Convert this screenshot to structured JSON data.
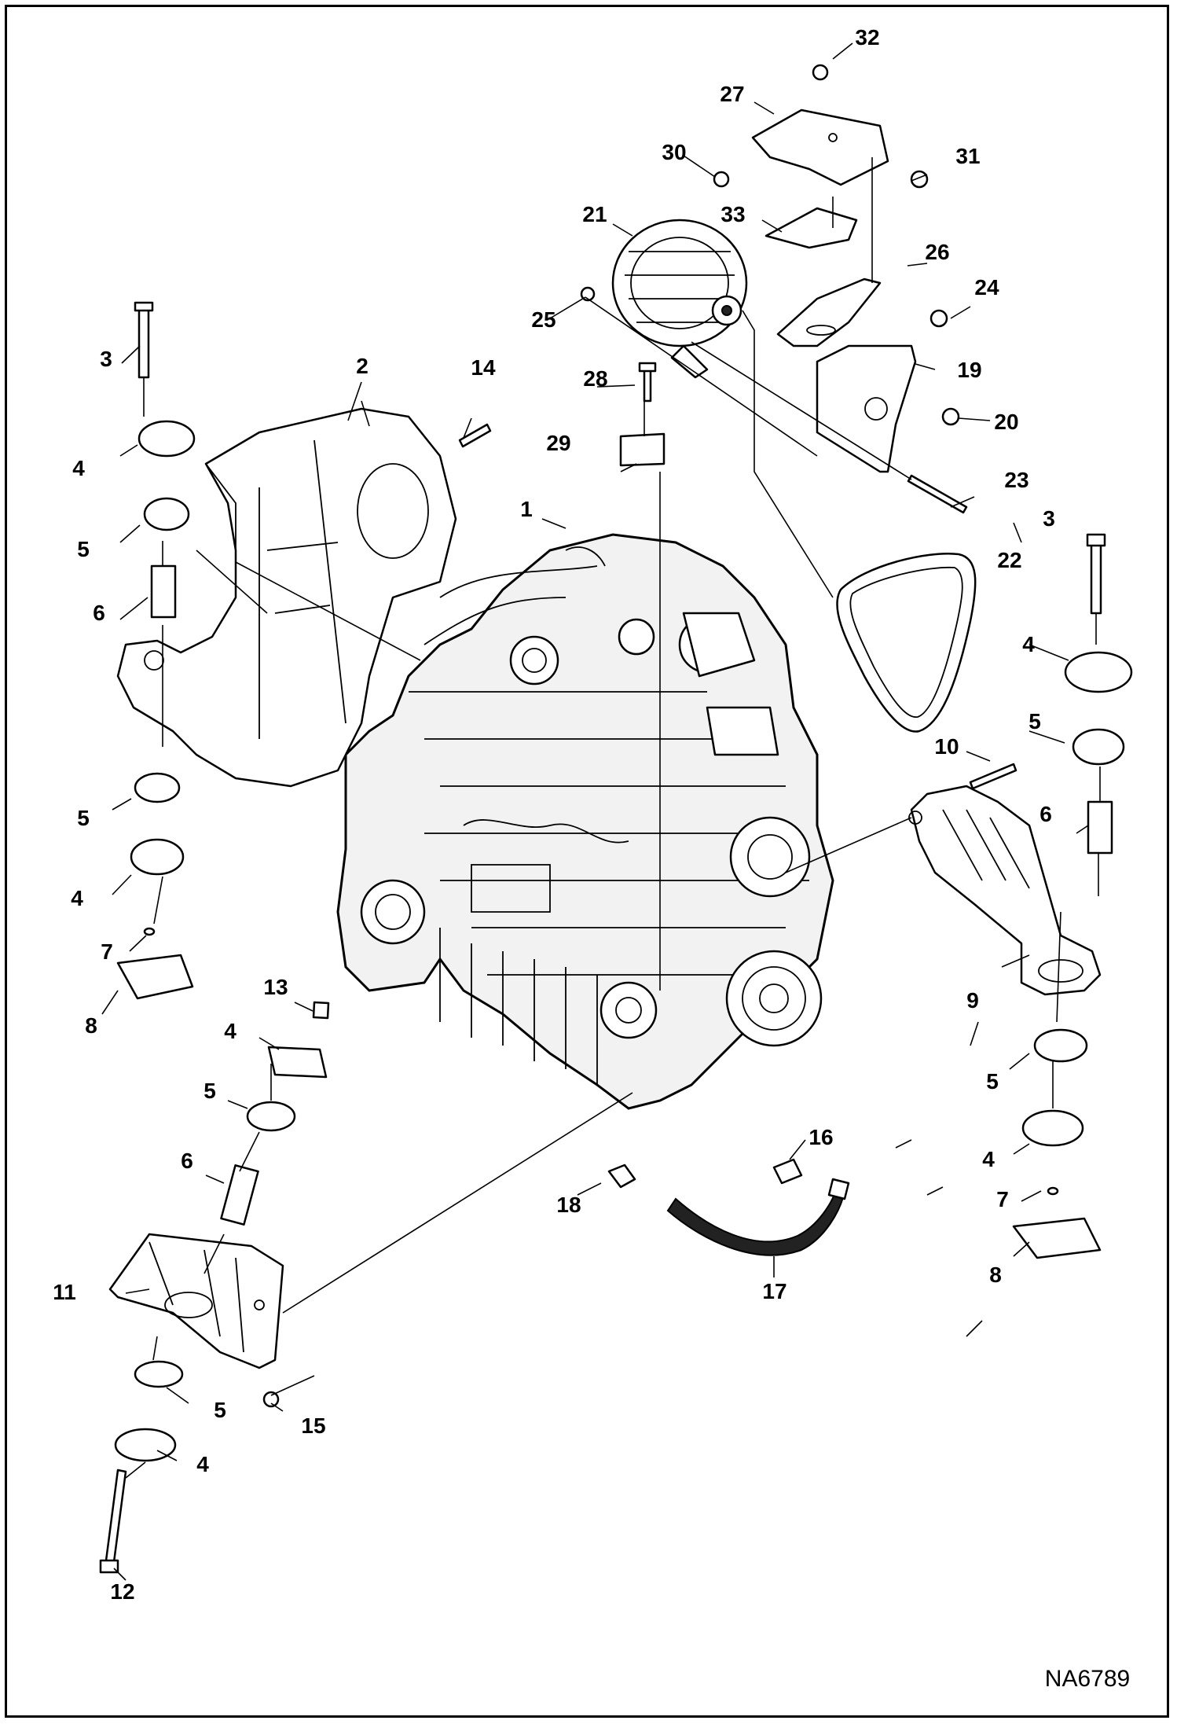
{
  "diagram_code": "NA6789",
  "callouts": [
    "1",
    "2",
    "3",
    "4",
    "5",
    "6",
    "7",
    "8",
    "9",
    "10",
    "11",
    "12",
    "13",
    "14",
    "15",
    "16",
    "17",
    "18",
    "19",
    "20",
    "21",
    "22",
    "23",
    "24",
    "25",
    "26",
    "27",
    "28",
    "29",
    "30",
    "31",
    "32",
    "33"
  ],
  "repeated_labels": {
    "three_b": "3",
    "four_b": "4",
    "four_c": "4",
    "four_d": "4",
    "four_e": "4",
    "four_f": "4",
    "five_b": "5",
    "five_c": "5",
    "five_d": "5",
    "five_e": "5",
    "five_f": "5",
    "six_b": "6",
    "six_c": "6",
    "seven_b": "7",
    "eight_b": "8"
  }
}
